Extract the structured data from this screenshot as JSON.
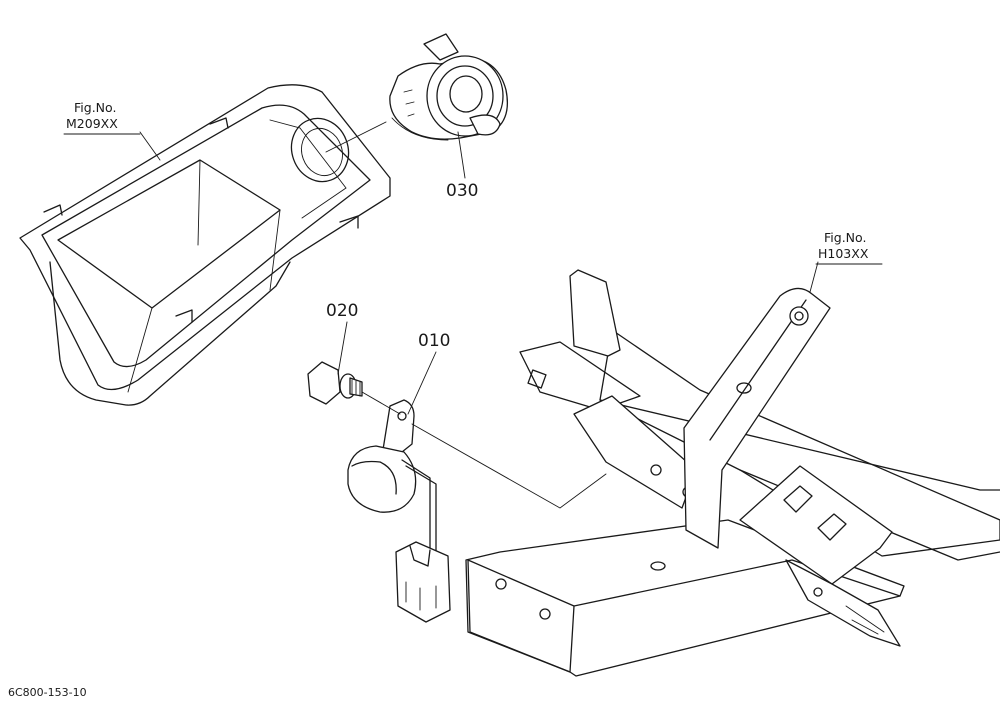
{
  "callouts": {
    "part_010": "010",
    "part_020": "020",
    "part_030": "030"
  },
  "figure_refs": {
    "left": {
      "line1": "Fig.No.",
      "line2": "M209XX"
    },
    "right": {
      "line1": "Fig.No.",
      "line2": "H103XX"
    }
  },
  "drawing_code": "6C800-153-10"
}
